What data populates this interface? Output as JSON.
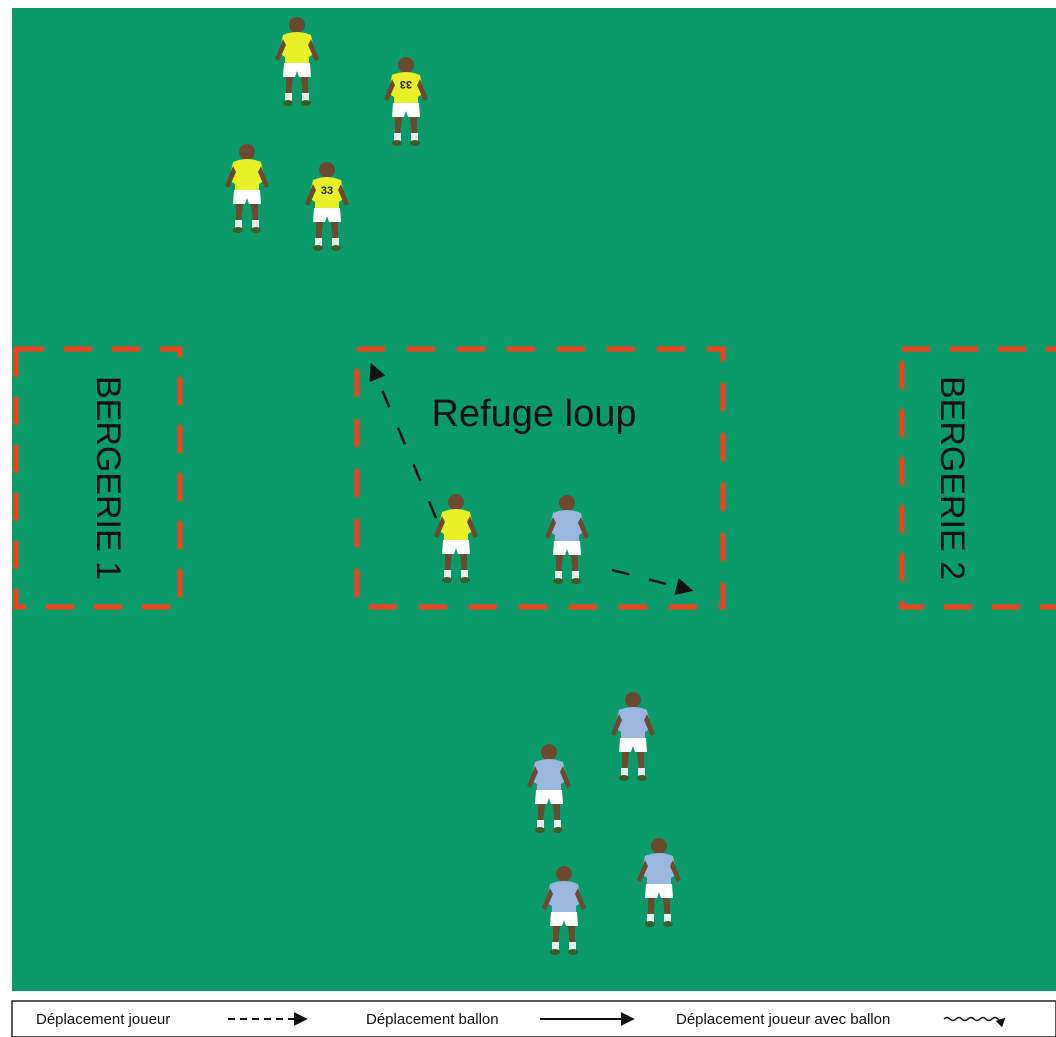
{
  "colors": {
    "pitch": "#0b9a69",
    "zone_border": "#f0401c",
    "team_yellow_shirt": "#e8f027",
    "team_blue_shirt": "#9bb7df",
    "shorts": "#ffffff",
    "skin": "#6b4a2f",
    "arrow": "#111111"
  },
  "zones": {
    "bergerie_1": "BERGERIE 1",
    "refuge": "Refuge loup",
    "bergerie_2": "BERGERIE 2"
  },
  "players": {
    "yellow": [
      {
        "id": "y1",
        "number": ""
      },
      {
        "id": "y2",
        "number": "33"
      },
      {
        "id": "y3",
        "number": ""
      },
      {
        "id": "y4",
        "number": "33"
      },
      {
        "id": "y5",
        "number": ""
      }
    ],
    "blue": [
      {
        "id": "b1"
      },
      {
        "id": "b2"
      },
      {
        "id": "b3"
      },
      {
        "id": "b4"
      },
      {
        "id": "b5"
      }
    ]
  },
  "legend": {
    "player_move": "Déplacement joueur",
    "ball_move": "Déplacement ballon",
    "dribble_move": "Déplacement joueur avec ballon"
  }
}
